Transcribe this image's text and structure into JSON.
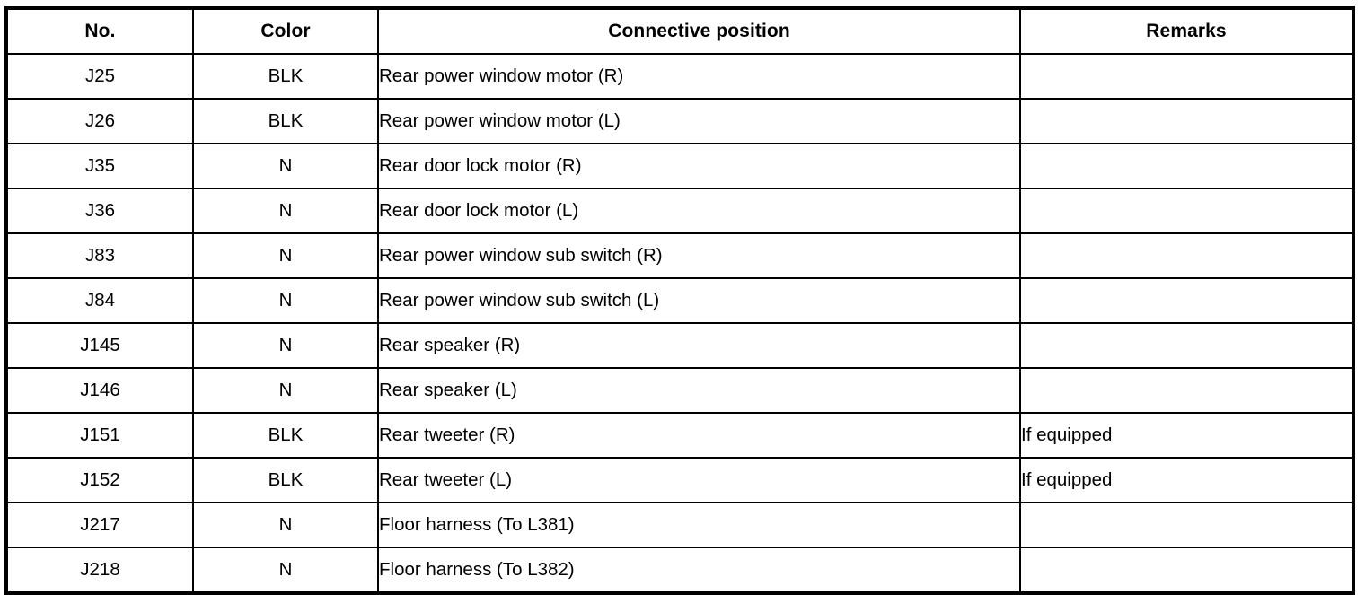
{
  "table": {
    "name": "connector-list",
    "columns": [
      {
        "key": "no",
        "label": "No."
      },
      {
        "key": "color",
        "label": "Color"
      },
      {
        "key": "position",
        "label": "Connective position"
      },
      {
        "key": "remarks",
        "label": "Remarks"
      }
    ],
    "rows": [
      {
        "no": "J25",
        "color": "BLK",
        "position": "Rear power window motor (R)",
        "remarks": ""
      },
      {
        "no": "J26",
        "color": "BLK",
        "position": "Rear power window motor (L)",
        "remarks": ""
      },
      {
        "no": "J35",
        "color": "N",
        "position": "Rear door lock motor (R)",
        "remarks": ""
      },
      {
        "no": "J36",
        "color": "N",
        "position": "Rear door lock motor (L)",
        "remarks": ""
      },
      {
        "no": "J83",
        "color": "N",
        "position": "Rear power window sub switch (R)",
        "remarks": ""
      },
      {
        "no": "J84",
        "color": "N",
        "position": "Rear power window sub switch (L)",
        "remarks": ""
      },
      {
        "no": "J145",
        "color": "N",
        "position": "Rear speaker (R)",
        "remarks": ""
      },
      {
        "no": "J146",
        "color": "N",
        "position": "Rear speaker (L)",
        "remarks": ""
      },
      {
        "no": "J151",
        "color": "BLK",
        "position": "Rear tweeter (R)",
        "remarks": "If equipped"
      },
      {
        "no": "J152",
        "color": "BLK",
        "position": "Rear tweeter (L)",
        "remarks": "If equipped"
      },
      {
        "no": "J217",
        "color": "N",
        "position": "Floor harness (To L381)",
        "remarks": ""
      },
      {
        "no": "J218",
        "color": "N",
        "position": "Floor harness (To L382)",
        "remarks": ""
      }
    ]
  },
  "colors": {
    "ink": "#000000",
    "paper": "#ffffff"
  }
}
